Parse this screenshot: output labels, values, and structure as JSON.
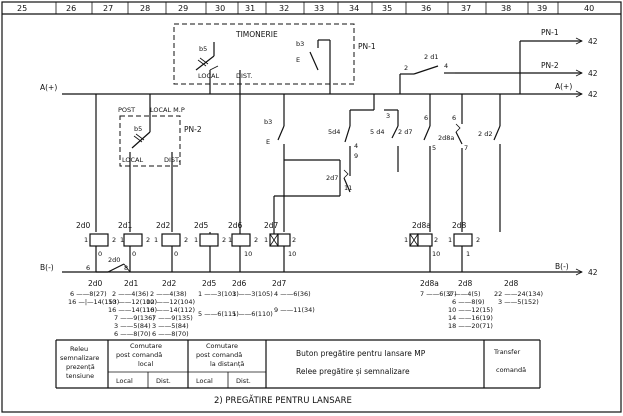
{
  "column_numbers": [
    "25",
    "26",
    "27",
    "28",
    "29",
    "30",
    "31",
    "32",
    "33",
    "34",
    "35",
    "36",
    "37",
    "38",
    "39",
    "40"
  ],
  "boxes": {
    "timonerie": "TIMONERIE",
    "timonerie_b5": "b5",
    "timonerie_local": "LOCAL",
    "timonerie_dist": "DIST.",
    "post_title": "POST",
    "post_local_mp": "LOCAL M.P",
    "post_b5": "b5",
    "post_local": "LOCAL",
    "post_dist": "DIST."
  },
  "panels": {
    "pn1": "PN-1",
    "pn2": "PN-2"
  },
  "buses": {
    "a_left": "A(+)",
    "a_right": "A(+)",
    "b_left": "B(-)",
    "b_right": "B(-)",
    "pn1_out": "PN-1",
    "pn2_out": "PN-2",
    "ref_pn1": "42",
    "ref_pn2": "42",
    "ref_a": "42",
    "ref_b": "42"
  },
  "contacts": {
    "b3_top": "b3",
    "e_top": "E",
    "b3_mid": "b3",
    "e_mid": "E",
    "d4_a": "5d4",
    "d4_a_n4": "4",
    "d4_a_n9": "9",
    "d7_a": "2d7",
    "d7_a_n11": "11",
    "d4_b": "5 d4",
    "d4_b_n3": "3",
    "d7_b": "2 d7",
    "d7_b_n6": "6",
    "d7_b_n5": "5",
    "d8a": "2d8a",
    "d8a_n6": "6",
    "d8a_n7": "7",
    "d2": "2 d2",
    "d1_top": "2 d1",
    "d1_top_n2": "2",
    "d1_top_n4": "4",
    "d0_bot": "2d0",
    "d0_bot_n6": "6",
    "d0_bot_n8": "8"
  },
  "relays": [
    {
      "name": "2d0",
      "t1": "1",
      "t2": "2",
      "bot": "0"
    },
    {
      "name": "2d1",
      "t1": "1",
      "t2": "2",
      "bot": "0"
    },
    {
      "name": "2d2",
      "t1": "1",
      "t2": "2",
      "bot": "0"
    },
    {
      "name": "2d5",
      "t1": "1",
      "t2": "2",
      "bot": ""
    },
    {
      "name": "2d6",
      "t1": "1",
      "t2": "2",
      "bot": "10"
    },
    {
      "name": "2d7",
      "t1": "1",
      "t2": "2",
      "bot": "10"
    },
    {
      "name": "2d8a",
      "t1": "1",
      "t2": "2",
      "bot": "10"
    },
    {
      "name": "2d8",
      "t1": "1",
      "t2": "2",
      "bot": "1"
    }
  ],
  "contact_tables": {
    "t_d0": {
      "name": "2d0",
      "lines": [
        "6 ——8(27)",
        "16 —|—14(153)"
      ]
    },
    "t_d1": {
      "name": "2d1",
      "lines": [
        "2 ——4(36)",
        "10 ——12(102)",
        "16 ——14(110)",
        "7 ——9(136)",
        "3 ——5(84)",
        "6 ——8(70)"
      ]
    },
    "t_d2": {
      "name": "2d2",
      "lines": [
        "2 ——4(38)",
        "10 ——12(104)",
        "16 ——14(112)",
        "7 ——9(135)",
        "3 ——5(84)",
        "6 ——8(70)"
      ]
    },
    "t_d5": {
      "name": "2d5",
      "lines": [
        "1 ——3(103)",
        "5 ——6(111)"
      ]
    },
    "t_d6": {
      "name": "2d6",
      "lines": [
        "1 ——3(105)",
        "5 ——6(110)"
      ]
    },
    "t_d7": {
      "name": "2d7",
      "lines": [
        "4 ——6(36)",
        "9 ——11(34)"
      ]
    },
    "t_d8a": {
      "name": "2d8a",
      "lines": [
        "7 ——6(37)"
      ]
    },
    "t_d8": {
      "name": "2d8",
      "lines": [
        "2 ——4(5)",
        "6 ——8(9)",
        "10 ——12(15)",
        "14 ——16(19)",
        "18 ——20(71)"
      ]
    },
    "t_d8b": {
      "name": "2d8",
      "lines": [
        "22 ——24(134)",
        "3 ——5(152)"
      ]
    }
  },
  "legend": {
    "releu": [
      "Releu",
      "semnalizare",
      "prezență",
      "tensiune"
    ],
    "comutare_local": [
      "Comutare",
      "post comandă",
      "local"
    ],
    "comutare_dist": [
      "Comutare",
      "post comandă",
      "la distanță"
    ],
    "sub_local_1": "Local",
    "sub_dist_1": "Dist.",
    "sub_local_2": "Local",
    "sub_dist_2": "Dist.",
    "buton_1": "Buton pregătire pentru lansare MP",
    "buton_2": "Relee pregătire și semnalizare",
    "transfer": [
      "Transfer",
      "comandă"
    ]
  },
  "caption": "2) PREGĂTIRE PENTRU LANSARE"
}
